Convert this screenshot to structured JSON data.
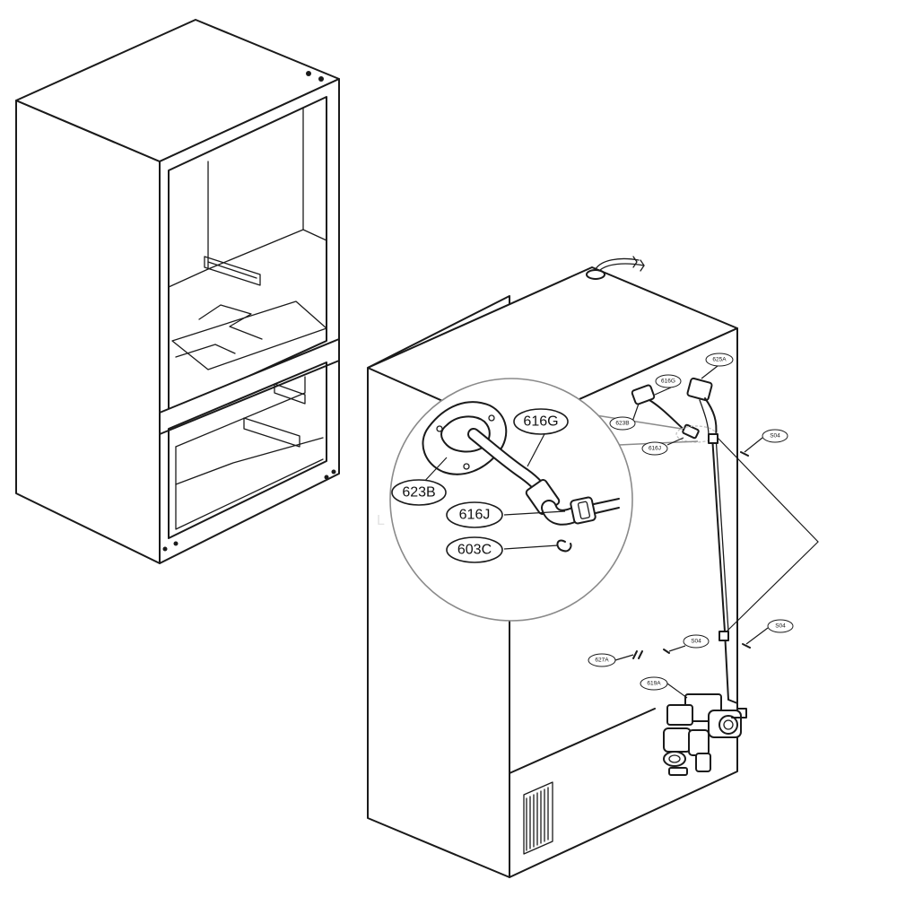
{
  "diagram": {
    "callouts_zoom": [
      {
        "id": "623B",
        "label": "623B"
      },
      {
        "id": "616G",
        "label": "616G"
      },
      {
        "id": "616J",
        "label": "616J"
      },
      {
        "id": "603C",
        "label": "603C"
      }
    ],
    "callouts_main": [
      {
        "id": "625A",
        "label": "625A"
      },
      {
        "id": "616G-small",
        "label": "616G"
      },
      {
        "id": "623B-small",
        "label": "623B"
      },
      {
        "id": "616J-small",
        "label": "616J"
      },
      {
        "id": "S04-top",
        "label": "S04"
      },
      {
        "id": "S04-mid",
        "label": "S04"
      },
      {
        "id": "S04-left",
        "label": "S04"
      },
      {
        "id": "627A",
        "label": "627A"
      },
      {
        "id": "619A",
        "label": "619A"
      }
    ]
  }
}
